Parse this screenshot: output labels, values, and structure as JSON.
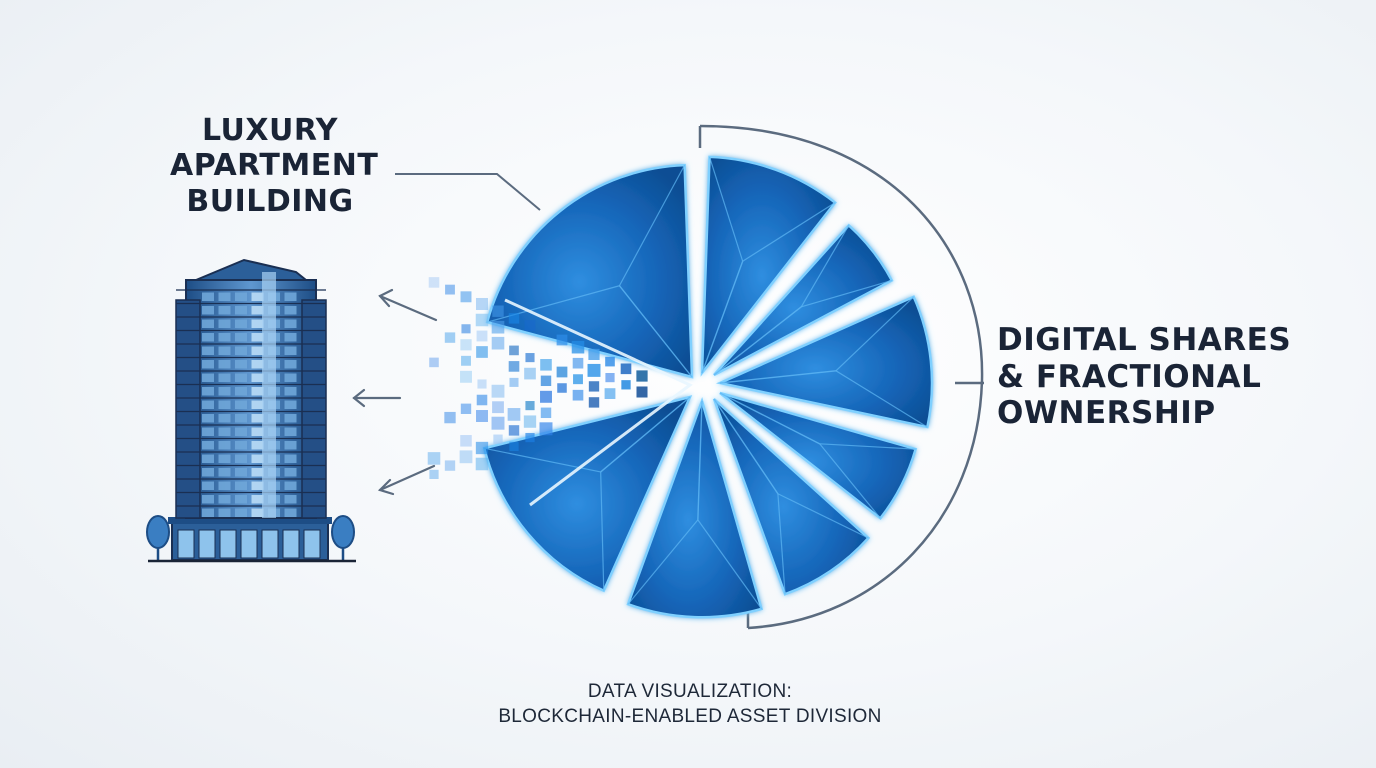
{
  "building_label": {
    "lines": [
      "LUXURY",
      "APARTMENT",
      "BUILDING"
    ]
  },
  "shares_label": {
    "lines": [
      "DIGITAL SHARES",
      "& FRACTIONAL",
      "OWNERSHIP"
    ]
  },
  "caption": {
    "lines": [
      "DATA VISUALIZATION:",
      "BLOCKCHAIN-ENABLED ASSET DIVISION"
    ]
  },
  "icons": {
    "building": "apartment-building-icon",
    "tree": "tree-icon",
    "arrow": "arrow-left-icon",
    "pixels": "pixel-dissolve-icon",
    "pie": "fractured-pie-icon",
    "bracket": "arc-bracket-icon"
  },
  "colors": {
    "text": "#1a2436",
    "line": "#5b6b7f",
    "pie_dark": "#0d4e94",
    "pie_light": "#2f8ee0",
    "glow": "#7fd0ff",
    "building_dark": "#1d4d85",
    "building_light": "#7fb2e0"
  }
}
